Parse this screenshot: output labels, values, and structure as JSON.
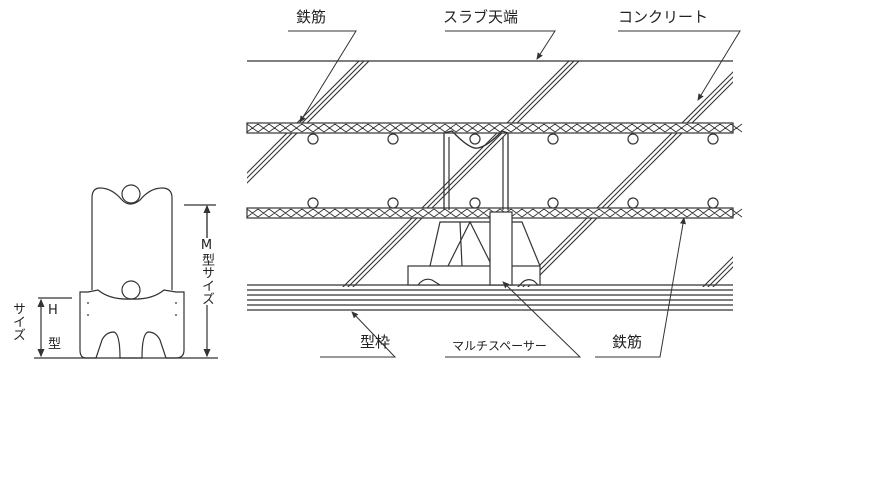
{
  "labels": {
    "rebar_top": "鉄筋",
    "slab_top": "スラブ天端",
    "concrete": "コンクリート",
    "formwork": "型枠",
    "multi_spacer": "マルチスペーサー",
    "rebar_bottom": "鉄筋"
  },
  "size_labels": {
    "m_size": "M型サイズ",
    "h_letter": "H",
    "h_type": "型",
    "h_size": "サイズ"
  },
  "colors": {
    "line": "#333333",
    "background": "#ffffff"
  }
}
